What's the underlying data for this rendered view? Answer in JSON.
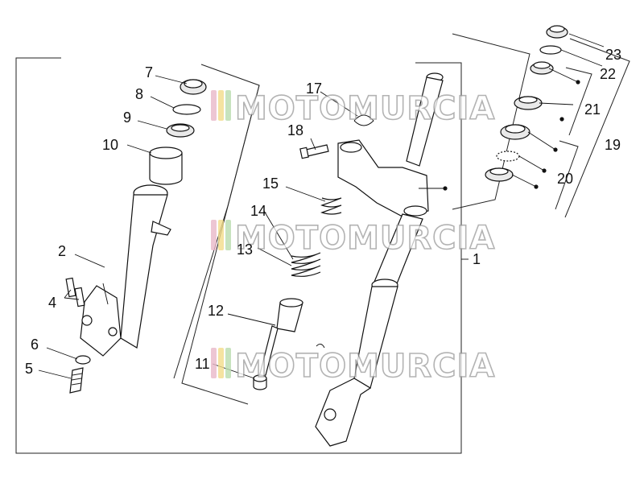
{
  "diagram": {
    "parts": [
      {
        "id": "p1",
        "label": "1"
      },
      {
        "id": "p2",
        "label": "2"
      },
      {
        "id": "p4",
        "label": "4"
      },
      {
        "id": "p5",
        "label": "5"
      },
      {
        "id": "p6",
        "label": "6"
      },
      {
        "id": "p7",
        "label": "7"
      },
      {
        "id": "p8",
        "label": "8"
      },
      {
        "id": "p9",
        "label": "9"
      },
      {
        "id": "p10",
        "label": "10"
      },
      {
        "id": "p11",
        "label": "11"
      },
      {
        "id": "p12",
        "label": "12"
      },
      {
        "id": "p13",
        "label": "13"
      },
      {
        "id": "p14",
        "label": "14"
      },
      {
        "id": "p15",
        "label": "15"
      },
      {
        "id": "p17",
        "label": "17"
      },
      {
        "id": "p18",
        "label": "18"
      },
      {
        "id": "p19",
        "label": "19"
      },
      {
        "id": "p20",
        "label": "20"
      },
      {
        "id": "p21",
        "label": "21"
      },
      {
        "id": "p22",
        "label": "22"
      },
      {
        "id": "p23",
        "label": "23"
      }
    ]
  },
  "watermark": {
    "text": "MOTOMURCIA",
    "stripe_colors": [
      "#e8b8c8",
      "#f3dc8a",
      "#b9dcae"
    ]
  }
}
